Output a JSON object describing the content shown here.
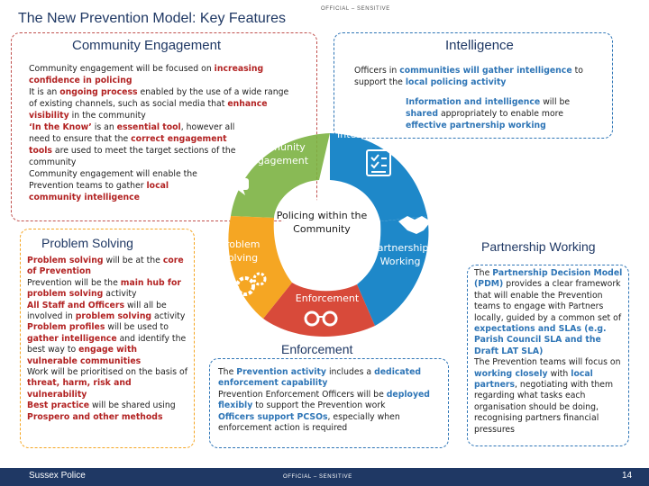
{
  "classification_top": "OFFICIAL – SENSITIVE",
  "classification_bottom": "OFFICIAL – SENSITIVE",
  "title": "The New Prevention Model: Key Features",
  "footer": {
    "org": "Sussex Police",
    "page": "14"
  },
  "community": {
    "heading": "Community Engagement",
    "s1a": "Community engagement will be focused on ",
    "s1b": "increasing confidence in policing",
    "s2a": "It is an ",
    "s2b": "ongoing process",
    "s2c": " enabled by the use of a wide range of existing channels, such as social media that ",
    "s2d": "enhance visibility",
    "s2e": " in the community",
    "s3a": "‘In the Know’",
    "s3b": " is an ",
    "s3c": "essential tool",
    "s3d": ", however all need to ensure that the ",
    "s3e": "correct engagement tools",
    "s3f": " are used to meet the target sections of the community",
    "s4a": "Community engagement will enable the Prevention teams to gather ",
    "s4b": "local community intelligence"
  },
  "intelligence": {
    "heading": "Intelligence",
    "s1a": "Officers in ",
    "s1b": "communities will gather intelligence",
    "s1c": " to support the ",
    "s1d": "local policing activity",
    "s2a": "Information and intelligence",
    "s2b": " will be ",
    "s2c": "shared",
    "s2d": " appropriately to enable more ",
    "s2e": "effective partnership working"
  },
  "problem": {
    "heading": "Problem Solving",
    "s1a": "Problem solving",
    "s1b": " will be at the ",
    "s1c": "core of Prevention",
    "s2a": "Prevention will be the ",
    "s2b": "main hub for problem solving",
    "s2c": " activity",
    "s3a": "All Staff and Officers",
    "s3b": " will all be involved in ",
    "s3c": "problem solving",
    "s3d": " activity",
    "s4a": "Problem profiles",
    "s4b": " will be used to ",
    "s4c": "gather intelligence",
    "s4d": " and identify the best way to ",
    "s4e": "engage with vulnerable communities",
    "s5a": "Work will be prioritised on the basis of ",
    "s5b": "threat, harm, risk and vulnerability",
    "s6a": "Best practice",
    "s6b": " will be shared using ",
    "s6c": "Prospero and other methods"
  },
  "partnership": {
    "heading": "Partnership Working",
    "s1a": "The ",
    "s1b": "Partnership Decision Model (PDM)",
    "s1c": " provides a clear framework that will enable the Prevention teams to engage with Partners locally, guided by a common set of ",
    "s1d": "expectations and SLAs (e.g. Parish Council SLA and the Draft LAT SLA)",
    "s2a": "The Prevention teams will focus on ",
    "s2b": "working closely",
    "s2c": " with ",
    "s2d": "local partners",
    "s2e": ", negotiating with them regarding what tasks each organisation should be doing, recognising partners financial pressures"
  },
  "enforcement": {
    "heading": "Enforcement",
    "s1a": "The ",
    "s1b": "Prevention activity",
    "s1c": " includes a ",
    "s1d": "dedicated enforcement capability",
    "s2a": "Prevention Enforcement Officers will be ",
    "s2b": "deployed flexibly",
    "s2c": " to support the Prevention work",
    "s3a": "Officers support PCSOs",
    "s3b": ", especially when enforcement action is required"
  },
  "ring": {
    "community": "Community Engagement",
    "intelligence": "Intelligence",
    "partnership": "Partnership Working",
    "enforcement": "Enforcement",
    "problem": "Problem Solving",
    "center": "Policing within the Community"
  },
  "colors": {
    "green": "#7cb342",
    "blue": "#1e88c9",
    "red": "#d84a3a",
    "orange": "#f5a623",
    "navy": "#1f3864"
  }
}
